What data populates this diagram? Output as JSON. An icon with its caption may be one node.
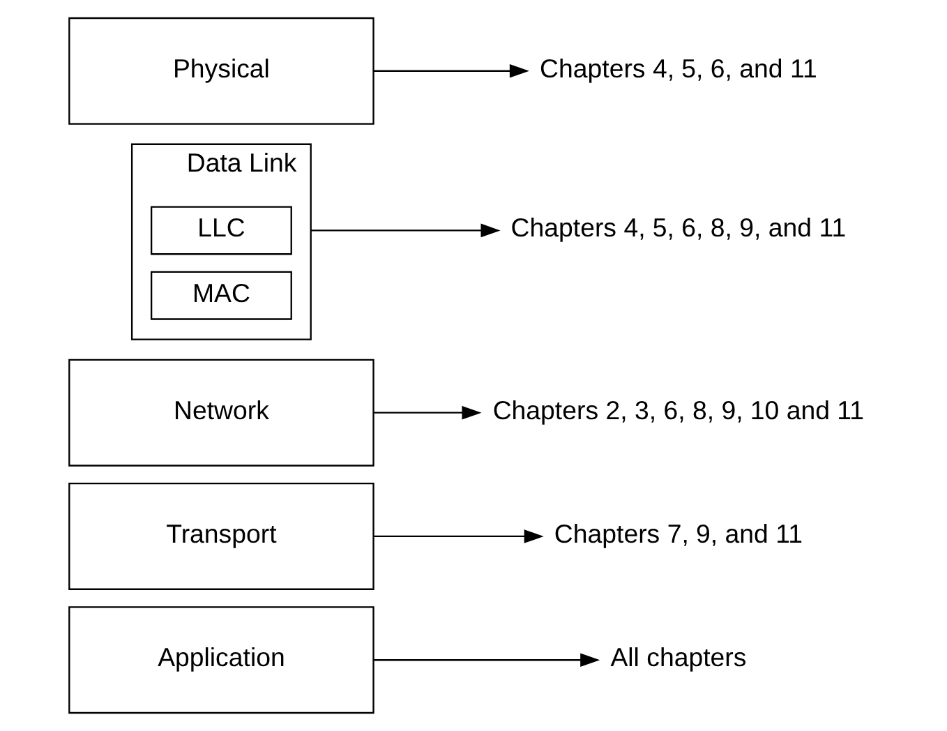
{
  "diagram": {
    "nodes": [
      {
        "text": [
          "Application"
        ]
      },
      {
        "text": [
          "All chapters"
        ]
      },
      {
        "text": [
          "Transport"
        ]
      },
      {
        "text": [
          "Chapters 7, 9, and 11"
        ]
      },
      {
        "text": [
          "Network"
        ]
      },
      {
        "text": [
          "Chapters 2, 3, 6, 8, 9, 10 and 11"
        ]
      },
      {
        "text": [
          "Data Link"
        ]
      },
      {
        "text": [
          "LLC"
        ],
        "in": 6
      },
      {
        "text": [
          "MAC"
        ],
        "in": 6
      },
      {
        "text": [
          "Chapters 4, 5, 6, 8, 9, and 11"
        ]
      },
      {
        "text": [
          "Physical"
        ]
      },
      {
        "text": [
          "Chapters 4, 5, 6, and 11"
        ]
      }
    ],
    "edges": [
      {
        "from": 0,
        "to": 1,
        "arrow": "to"
      },
      {
        "from": 2,
        "to": 3,
        "arrow": "to"
      },
      {
        "from": 4,
        "to": 5,
        "arrow": "to"
      },
      {
        "from": 6,
        "to": 9,
        "arrow": "to"
      },
      {
        "from": 10,
        "to": 11,
        "arrow": "to"
      }
    ]
  }
}
